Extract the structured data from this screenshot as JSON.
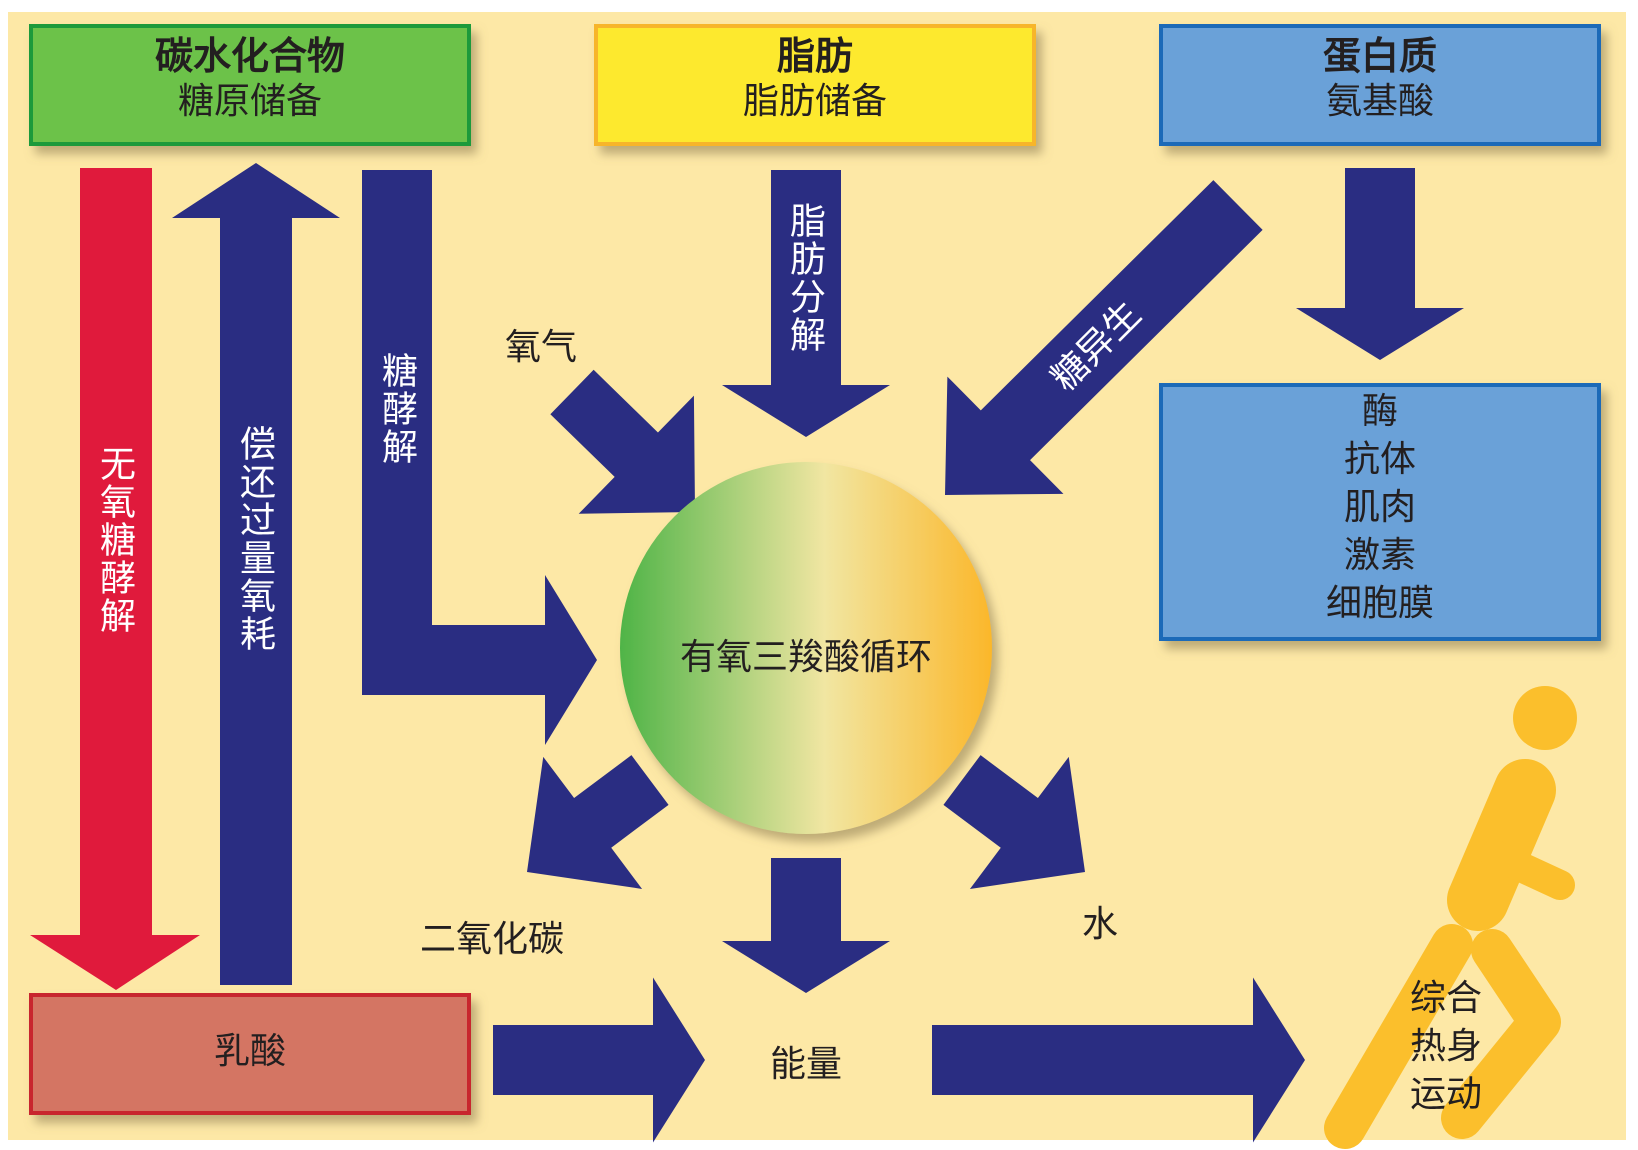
{
  "colors": {
    "background": "#fde8a6",
    "navy": "#2a2d82",
    "red": "#e01a3c",
    "green": "#6cc24a",
    "yellow": "#fde92f",
    "blue": "#6aa1d8",
    "lactic": "#d47463",
    "runner": "#fbbf2c"
  },
  "boxes": {
    "carbohydrate": {
      "title": "碳水化合物",
      "subtitle": "糖原储备"
    },
    "fat": {
      "title": "脂肪",
      "subtitle": "脂肪储备"
    },
    "protein": {
      "title": "蛋白质",
      "subtitle": "氨基酸"
    },
    "protein_uses": {
      "items": [
        "酶",
        "抗体",
        "肌肉",
        "激素",
        "细胞膜"
      ]
    },
    "lactic_acid": {
      "title": "乳酸"
    }
  },
  "arrows": {
    "anaerobic": "无氧糖酵解",
    "oxygen_debt": "偿还过量氧耗",
    "glycolysis": "糖酵解",
    "lipolysis": "脂肪分解",
    "gluconeogenesis": "糖异生"
  },
  "labels": {
    "oxygen": "氧气",
    "co2": "二氧化碳",
    "water": "水",
    "energy": "能量",
    "exercise": "综合热身运动"
  },
  "center": {
    "title": "有氧三羧酸循环"
  }
}
